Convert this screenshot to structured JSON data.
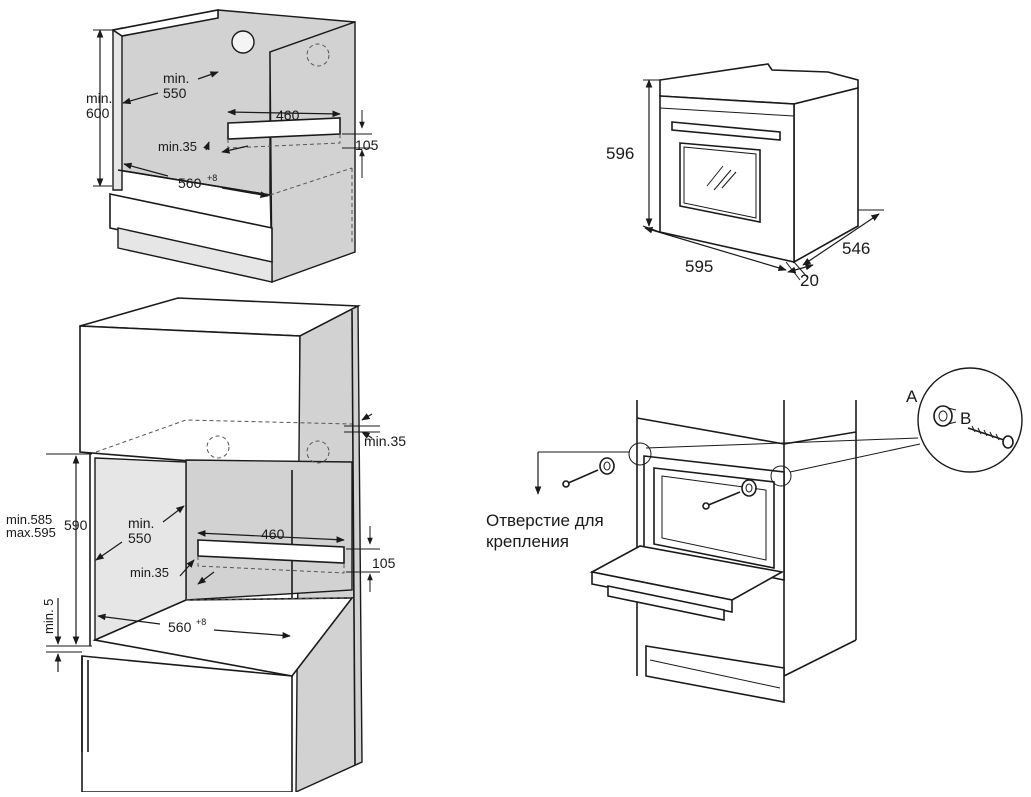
{
  "diagram_top_left": {
    "min_height_label_1": "min.",
    "min_height_label_2": "600",
    "min_depth_label_1": "min.",
    "min_depth_label_2": "550",
    "vent_width": "460",
    "vent_height": "105",
    "vent_offset": "min.35",
    "width_label": "560",
    "width_tolerance": "+8"
  },
  "diagram_top_right": {
    "height": "596",
    "width": "595",
    "depth": "546",
    "front_thickness": "20"
  },
  "diagram_bottom_left": {
    "gap_top": "min.35",
    "height_range_1": "min.585",
    "height_range_2": "max.595",
    "height": "590",
    "bottom_gap": "min. 5",
    "min_depth_label_1": "min.",
    "min_depth_label_2": "550",
    "vent_width": "460",
    "vent_height": "105",
    "vent_offset": "min.35",
    "width_label": "560",
    "width_tolerance": "+8"
  },
  "diagram_bottom_right": {
    "callout_a": "A",
    "callout_b": "B",
    "caption_line_1": "Отверстие для",
    "caption_line_2": "крепления"
  }
}
